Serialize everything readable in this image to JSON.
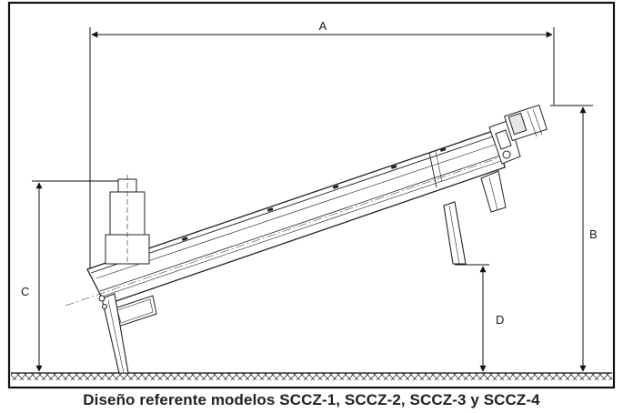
{
  "dimensions": {
    "a_label": "A",
    "b_label": "B",
    "c_label": "C",
    "d_label": "D"
  },
  "caption": "Diseño referente modelos SCCZ-1, SCCZ-2, SCCZ-3 y SCCZ-4",
  "colors": {
    "line": "#1a1a1a",
    "frame": "#111111",
    "background": "#ffffff"
  }
}
